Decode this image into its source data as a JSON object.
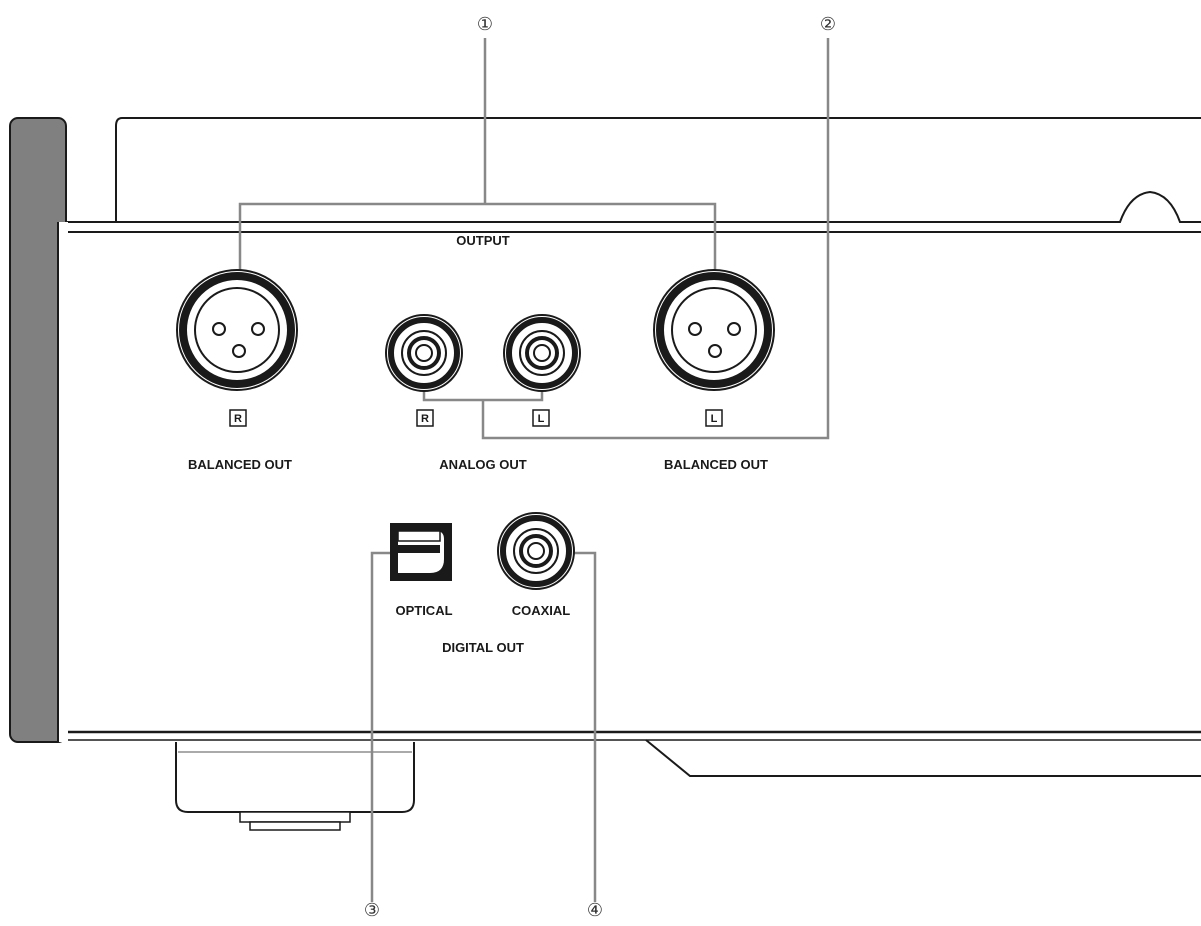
{
  "labels": {
    "output": "OUTPUT",
    "balanced_out_r": "BALANCED OUT",
    "analog_out": "ANALOG OUT",
    "balanced_out_l": "BALANCED OUT",
    "optical": "OPTICAL",
    "coaxial": "COAXIAL",
    "digital_out": "DIGITAL OUT"
  },
  "channel_marks": {
    "balanced_r": "R",
    "analog_r": "R",
    "analog_l": "L",
    "balanced_l": "L"
  },
  "callouts": [
    "①",
    "②",
    "③",
    "④"
  ]
}
